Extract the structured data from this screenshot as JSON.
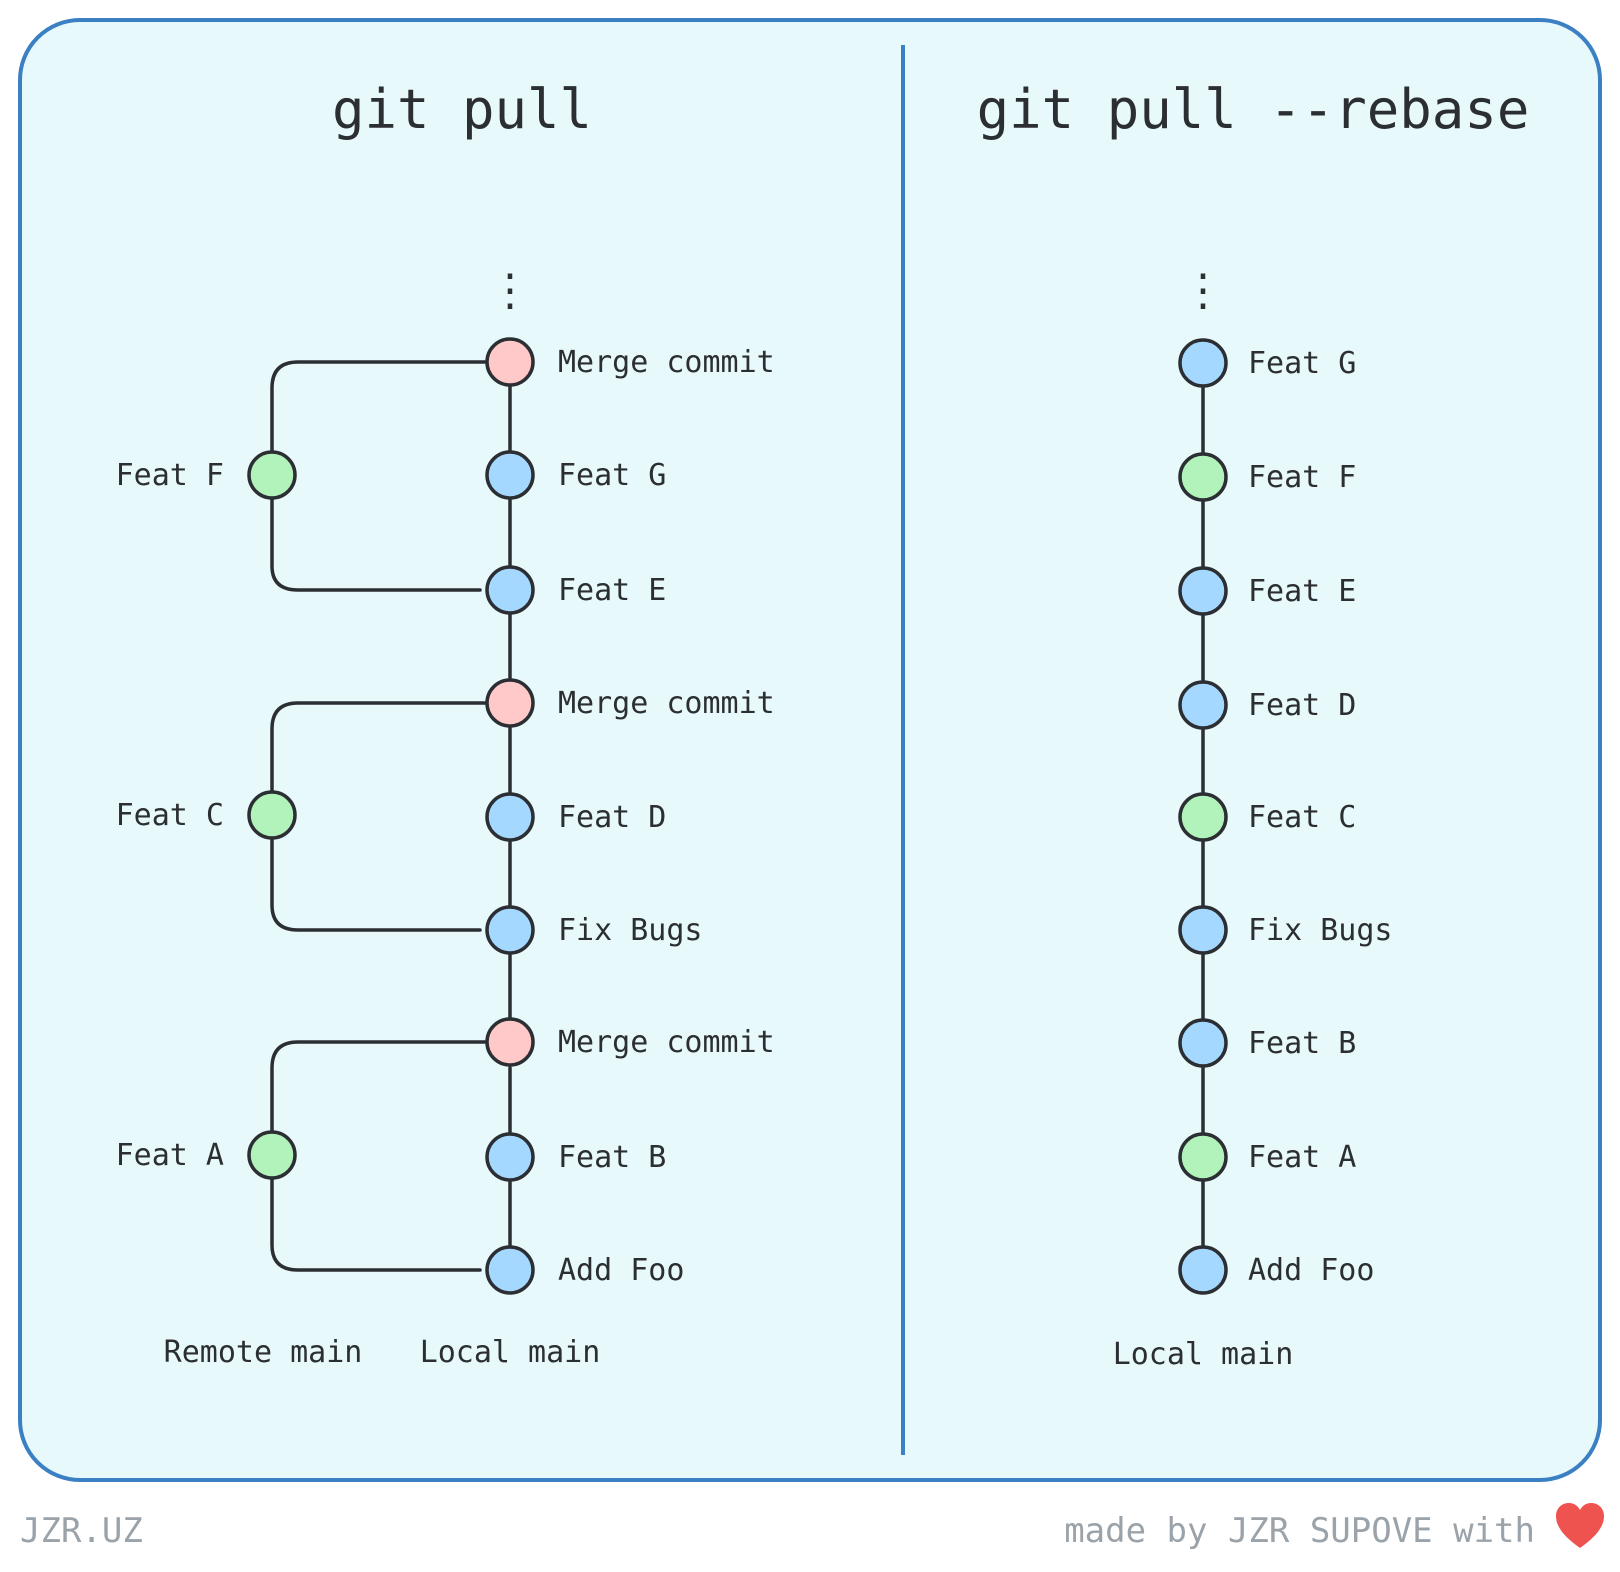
{
  "colors": {
    "panel_bg": "#e8f9fc",
    "panel_border": "#3c80c4",
    "line": "#2b2f33",
    "local_commit": "#a5d8ff",
    "remote_commit": "#b2f2bb",
    "merge_commit": "#ffc9c9",
    "footer_text": "#9ba3aa",
    "heart": "#ef5350"
  },
  "left": {
    "title": "git pull",
    "remote_label": "Remote main",
    "local_label": "Local main",
    "continuation": "⋮",
    "local_commits": [
      {
        "label": "Merge commit",
        "kind": "merge"
      },
      {
        "label": "Feat G",
        "kind": "local"
      },
      {
        "label": "Feat E",
        "kind": "local"
      },
      {
        "label": "Merge commit",
        "kind": "merge"
      },
      {
        "label": "Feat D",
        "kind": "local"
      },
      {
        "label": "Fix Bugs",
        "kind": "local"
      },
      {
        "label": "Merge commit",
        "kind": "merge"
      },
      {
        "label": "Feat B",
        "kind": "local"
      },
      {
        "label": "Add Foo",
        "kind": "local"
      }
    ],
    "remote_commits": [
      {
        "label": "Feat F",
        "kind": "remote"
      },
      {
        "label": "Feat C",
        "kind": "remote"
      },
      {
        "label": "Feat A",
        "kind": "remote"
      }
    ]
  },
  "right": {
    "title": "git pull --rebase",
    "local_label": "Local main",
    "continuation": "⋮",
    "commits": [
      {
        "label": "Feat G",
        "kind": "local"
      },
      {
        "label": "Feat F",
        "kind": "remote"
      },
      {
        "label": "Feat E",
        "kind": "local"
      },
      {
        "label": "Feat D",
        "kind": "local"
      },
      {
        "label": "Feat C",
        "kind": "remote"
      },
      {
        "label": "Fix Bugs",
        "kind": "local"
      },
      {
        "label": "Feat B",
        "kind": "local"
      },
      {
        "label": "Feat A",
        "kind": "remote"
      },
      {
        "label": "Add Foo",
        "kind": "local"
      }
    ]
  },
  "footer": {
    "left": "JZR.UZ",
    "right": "made by JZR SUPOVE with",
    "heart_icon": "heart-icon"
  }
}
